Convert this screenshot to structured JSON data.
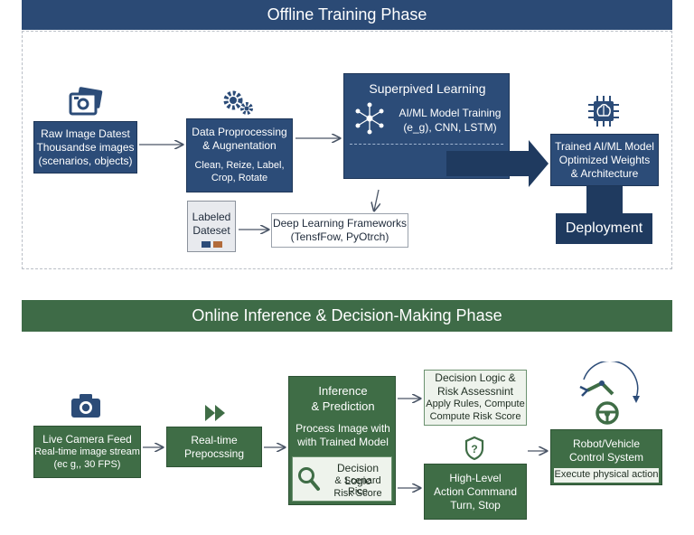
{
  "offline": {
    "title": "Offline Training Phase",
    "raw": {
      "line1": "Raw Image Datest",
      "line2": "Thousandse images",
      "line3": "(scenarios, objects)"
    },
    "data_proc": {
      "title1": "Data Proprocessing",
      "title2": "& Augnentation",
      "detail1": "Clean, Reize, Label,",
      "detail2": "Crop, Rotate"
    },
    "labeled": {
      "line1": "Labeled",
      "line2": "Dateset"
    },
    "frameworks": {
      "line1": "Deep Learning Frameworks",
      "line2": "(TensfFow, PyOtrch)"
    },
    "supervised": {
      "title": "Superpived Learning",
      "line1": "AI/ML Model Training",
      "line2": "(e_g), CNN, LSTM)"
    },
    "trained": {
      "line1": "Trained AI/ML Model",
      "line2": "Optimized Weights",
      "line3": "& Architecture"
    },
    "deployment": "Deployment"
  },
  "online": {
    "title": "Online Inference & Decision-Making Phase",
    "camera": {
      "title": "Live Camera Feed",
      "line1": "Real-time image stream",
      "line2": "(ec g,, 30 FPS)"
    },
    "preproc": {
      "line1": "Real-time",
      "line2": "Prepocssing"
    },
    "inference": {
      "title1": "Inference",
      "title2": "& Prediction",
      "line1": "Process Image with",
      "line2": "with Trained Model",
      "sub1": "Decision Logic",
      "sub2": "& Scenard Rice",
      "sub3": "Risk Score"
    },
    "decision": {
      "title1": "Decision Logic &",
      "title2": "Risk Assessnint",
      "line1": "Apply Rules, Compute",
      "line2": "Compute Risk Score"
    },
    "action": {
      "line1": "High-Level",
      "line2": "Action Command",
      "line3": "Turn, Stop"
    },
    "robot": {
      "line1": "Robot/Vehicle",
      "line2": "Control System",
      "exec": "Execute physical action"
    }
  },
  "colors": {
    "navy": "#2c4c78",
    "green": "#3f6d46"
  },
  "icons": [
    "images-icon",
    "gears-icon",
    "network-icon",
    "chip-brain-icon",
    "camera-icon",
    "fast-forward-icon",
    "magnifier-icon",
    "shield-icon",
    "robot-arm-icon",
    "steering-wheel-icon"
  ]
}
